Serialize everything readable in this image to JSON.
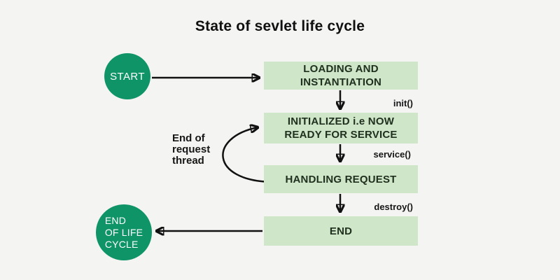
{
  "title": "State of sevlet life cycle",
  "colors": {
    "background": "#f4f4f2",
    "circle_fill": "#0f9468",
    "box_fill": "#cfe6c8",
    "arrow": "#111111",
    "box_text": "#20301f",
    "circle_text": "#ffffff"
  },
  "nodes": {
    "start": {
      "label": "START"
    },
    "loading": {
      "label": "LOADING AND INSTANTIATION"
    },
    "initialized": {
      "label": "INITIALIZED i.e NOW\nREADY FOR SERVICE"
    },
    "handling": {
      "label": "HANDLING REQUEST"
    },
    "end_box": {
      "label": "END"
    },
    "end_circle": {
      "label": "END\nOF LIFE\nCYCLE"
    }
  },
  "edge_labels": {
    "init": "init()",
    "service": "service()",
    "destroy": "destroy()",
    "loop": "End of\nrequest\nthread"
  }
}
